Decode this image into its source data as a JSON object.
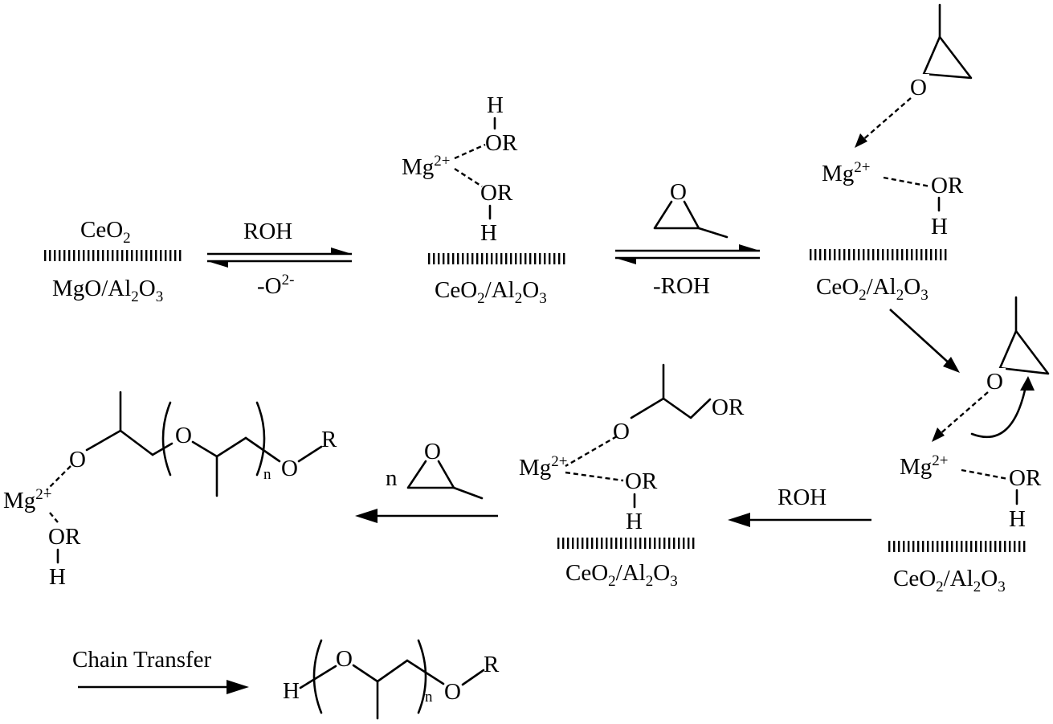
{
  "species": {
    "s1": {
      "top_main": "CeO",
      "top_sub": "2",
      "support_a": "MgO/Al",
      "support_sub1": "2",
      "support_b": "O",
      "support_sub2": "3"
    },
    "s2": {
      "mg": "Mg",
      "mg_charge": "2+",
      "or_1": "OR",
      "h_1": "H",
      "or_2": "OR",
      "h_2": "H",
      "support_a": "CeO",
      "support_sub1": "2",
      "support_b": "/Al",
      "support_sub2": "2",
      "support_c": "O",
      "support_sub3": "3"
    },
    "s3": {
      "mg": "Mg",
      "mg_charge": "2+",
      "or": "OR",
      "h": "H",
      "o_epoxide": "O",
      "support_a": "CeO",
      "support_sub1": "2",
      "support_b": "/Al",
      "support_sub2": "2",
      "support_c": "O",
      "support_sub3": "3"
    },
    "s4": {
      "mg": "Mg",
      "mg_charge": "2+",
      "or": "OR",
      "h": "H",
      "o_epoxide": "O",
      "support_a": "CeO",
      "support_sub1": "2",
      "support_b": "/Al",
      "support_sub2": "2",
      "support_c": "O",
      "support_sub3": "3"
    },
    "s5": {
      "mg": "Mg",
      "mg_charge": "2+",
      "o_ether": "O",
      "or_chain": "OR",
      "or": "OR",
      "h": "H",
      "support_a": "CeO",
      "support_sub1": "2",
      "support_b": "/Al",
      "support_sub2": "2",
      "support_c": "O",
      "support_sub3": "3"
    },
    "s6": {
      "mg": "Mg",
      "mg_charge": "2+",
      "o_bound": "O",
      "o_repeat": "O",
      "n": "n",
      "o_end": "O",
      "r": "R",
      "or": "OR",
      "h": "H"
    },
    "s7": {
      "h": "H",
      "o_repeat": "O",
      "n": "n",
      "o_end": "O",
      "r": "R"
    }
  },
  "arrows": {
    "a1": {
      "above": "ROH",
      "below_main": "-O",
      "below_sup": "2-"
    },
    "a2": {
      "o_epoxide": "O",
      "below": "-ROH"
    },
    "a5": {
      "above": "ROH"
    },
    "a6": {
      "coefficient": "n",
      "o_epoxide": "O"
    },
    "a7": {
      "above": "Chain Transfer"
    }
  }
}
